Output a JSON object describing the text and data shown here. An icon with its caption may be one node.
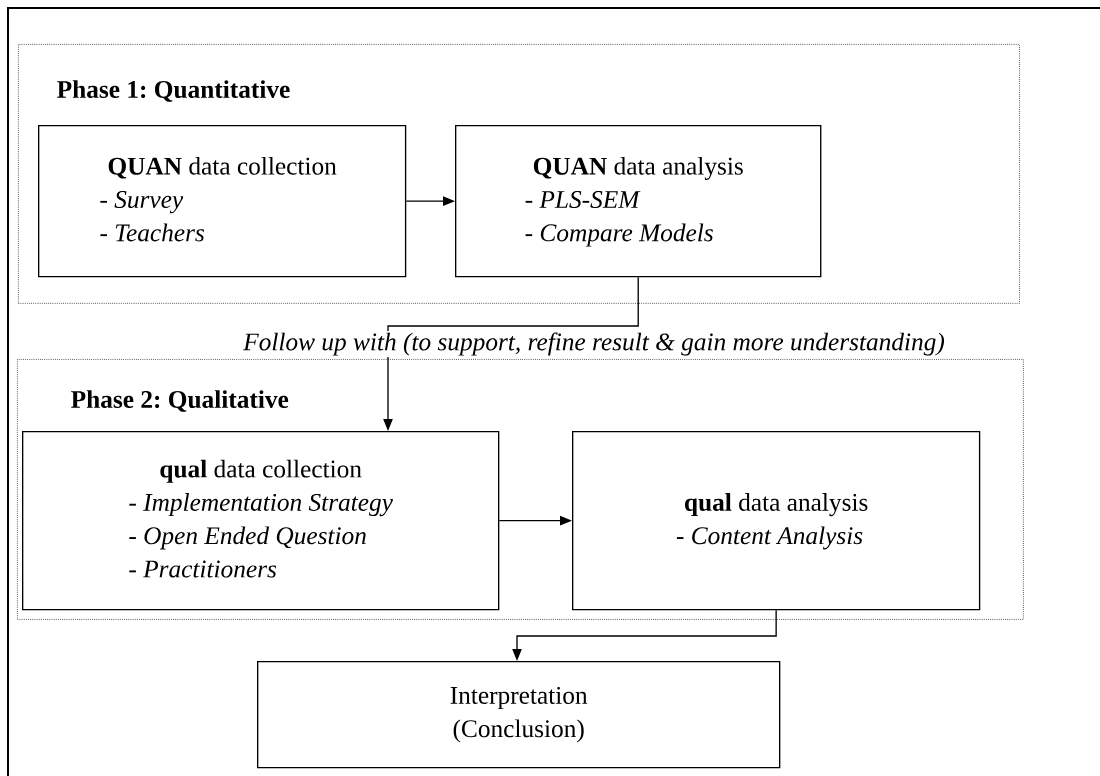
{
  "diagram": {
    "nodes": [
      {
        "text": [
          "Phase 1: Quantitative"
        ]
      },
      {
        "text": [
          "**QUAN** data collection",
          "- *Survey*",
          "- *Teachers*"
        ],
        "in": 0
      },
      {
        "text": [
          "**QUAN** data analysis",
          "- *PLS-SEM*",
          "- *Compare Models*"
        ],
        "in": 0
      },
      {
        "text": [
          "Phase 2: Qualitative"
        ]
      },
      {
        "text": [
          "**qual** data collection",
          "- *Implementation Strategy*",
          "- *Open Ended Question*",
          "- *Practitioners*"
        ],
        "in": 3
      },
      {
        "text": [
          "**qual** data analysis",
          "- *Content Analysis*"
        ],
        "in": 3
      },
      {
        "text": [
          "Interpretation (Conclusion)"
        ]
      }
    ],
    "edges": [
      {
        "from": 1,
        "to": 2,
        "arrow": "to"
      },
      {
        "from": 2,
        "to": 4,
        "arrow": "to",
        "label": "Follow up with (to support, refine result & gain more understanding)"
      },
      {
        "from": 4,
        "to": 5,
        "arrow": "to"
      },
      {
        "from": 5,
        "to": 6,
        "arrow": "to"
      }
    ]
  }
}
